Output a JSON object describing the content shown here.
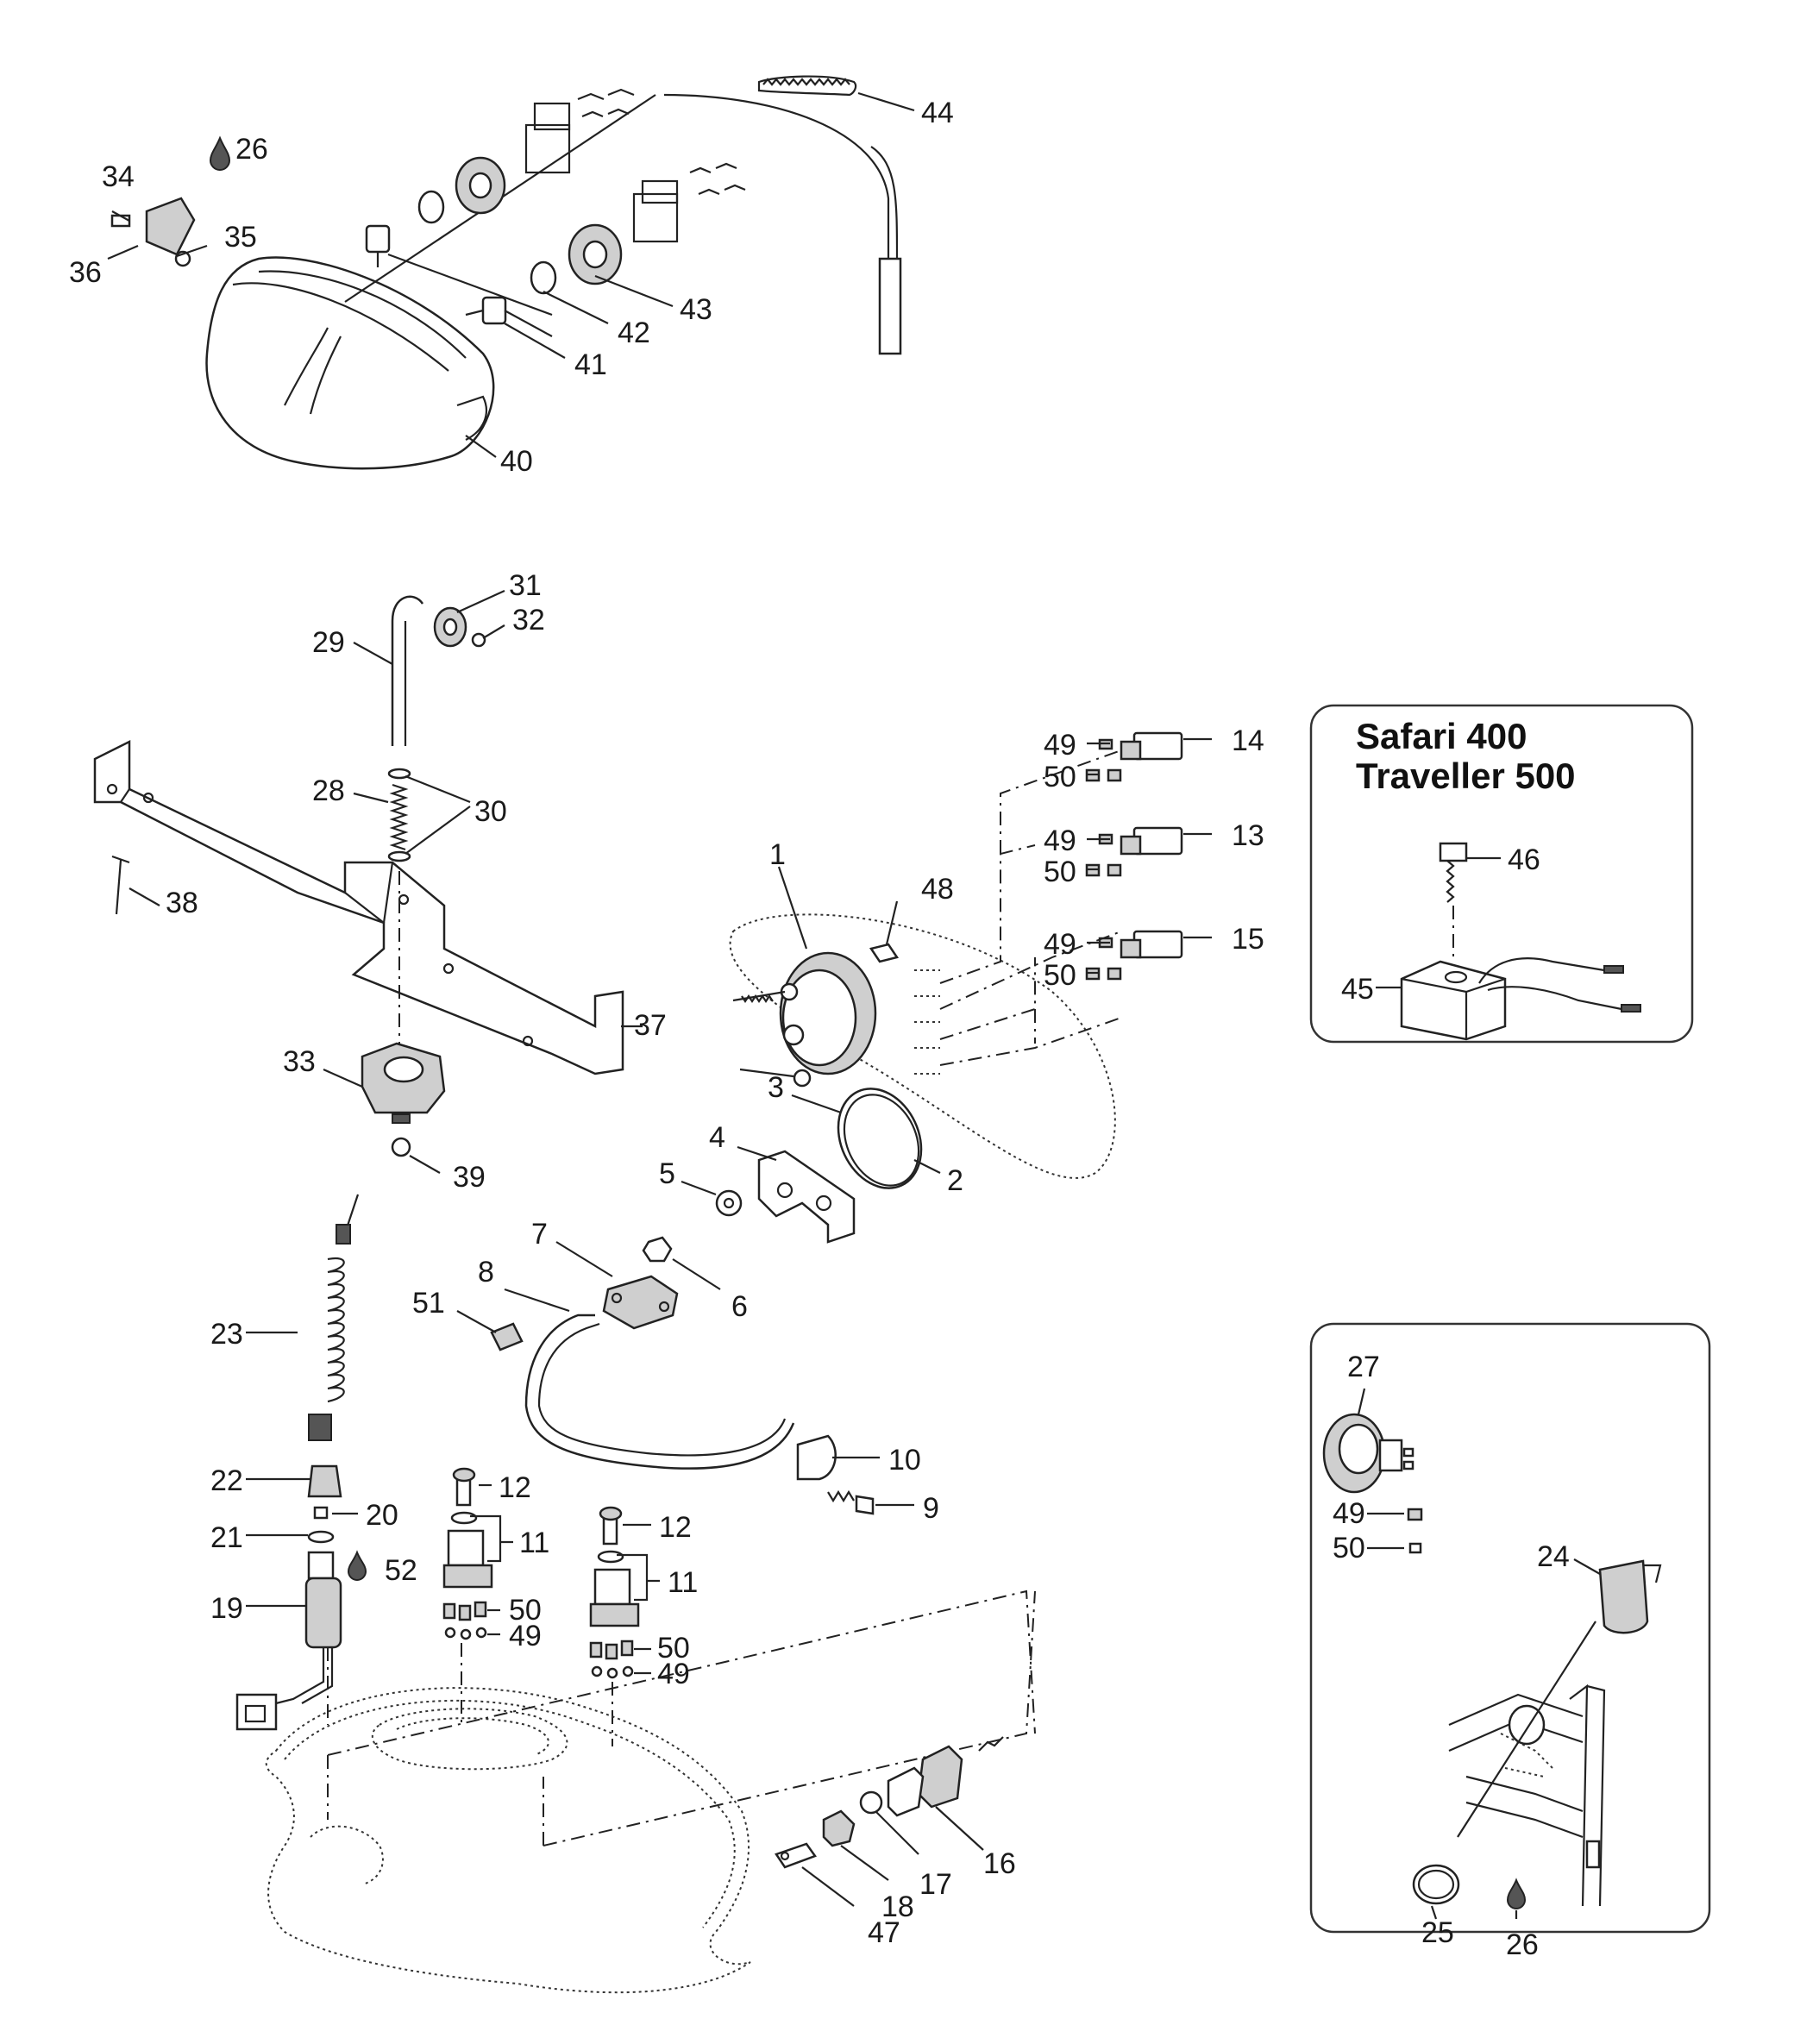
{
  "panels": {
    "safari": {
      "title_line1": "Safari 400",
      "title_line2": "Traveller 500"
    }
  },
  "callouts": {
    "c44": "44",
    "c26a": "26",
    "c34": "34",
    "c35": "35",
    "c36": "36",
    "c43": "43",
    "c42": "42",
    "c41": "41",
    "c40": "40",
    "c31": "31",
    "c32": "32",
    "c29": "29",
    "c28": "28",
    "c30": "30",
    "c38": "38",
    "c37": "37",
    "c33": "33",
    "c39": "39",
    "c1": "1",
    "c48": "48",
    "c49a": "49",
    "c50a": "50",
    "c14": "14",
    "c49b": "49",
    "c50b": "50",
    "c13": "13",
    "c49c": "49",
    "c50c": "50",
    "c15": "15",
    "c3": "3",
    "c2": "2",
    "c4": "4",
    "c5": "5",
    "c6": "6",
    "c7": "7",
    "c8": "8",
    "c51": "51",
    "c10": "10",
    "c9": "9",
    "c23": "23",
    "c22": "22",
    "c20": "20",
    "c21": "21",
    "c52": "52",
    "c19": "19",
    "c12a": "12",
    "c11a": "11",
    "c50d": "50",
    "c49d": "49",
    "c12b": "12",
    "c11b": "11",
    "c50e": "50",
    "c49e": "49",
    "c16": "16",
    "c17": "17",
    "c18": "18",
    "c47": "47",
    "c46": "46",
    "c45": "45",
    "c27": "27",
    "c49f": "49",
    "c50f": "50",
    "c24": "24",
    "c25": "25",
    "c26b": "26"
  }
}
